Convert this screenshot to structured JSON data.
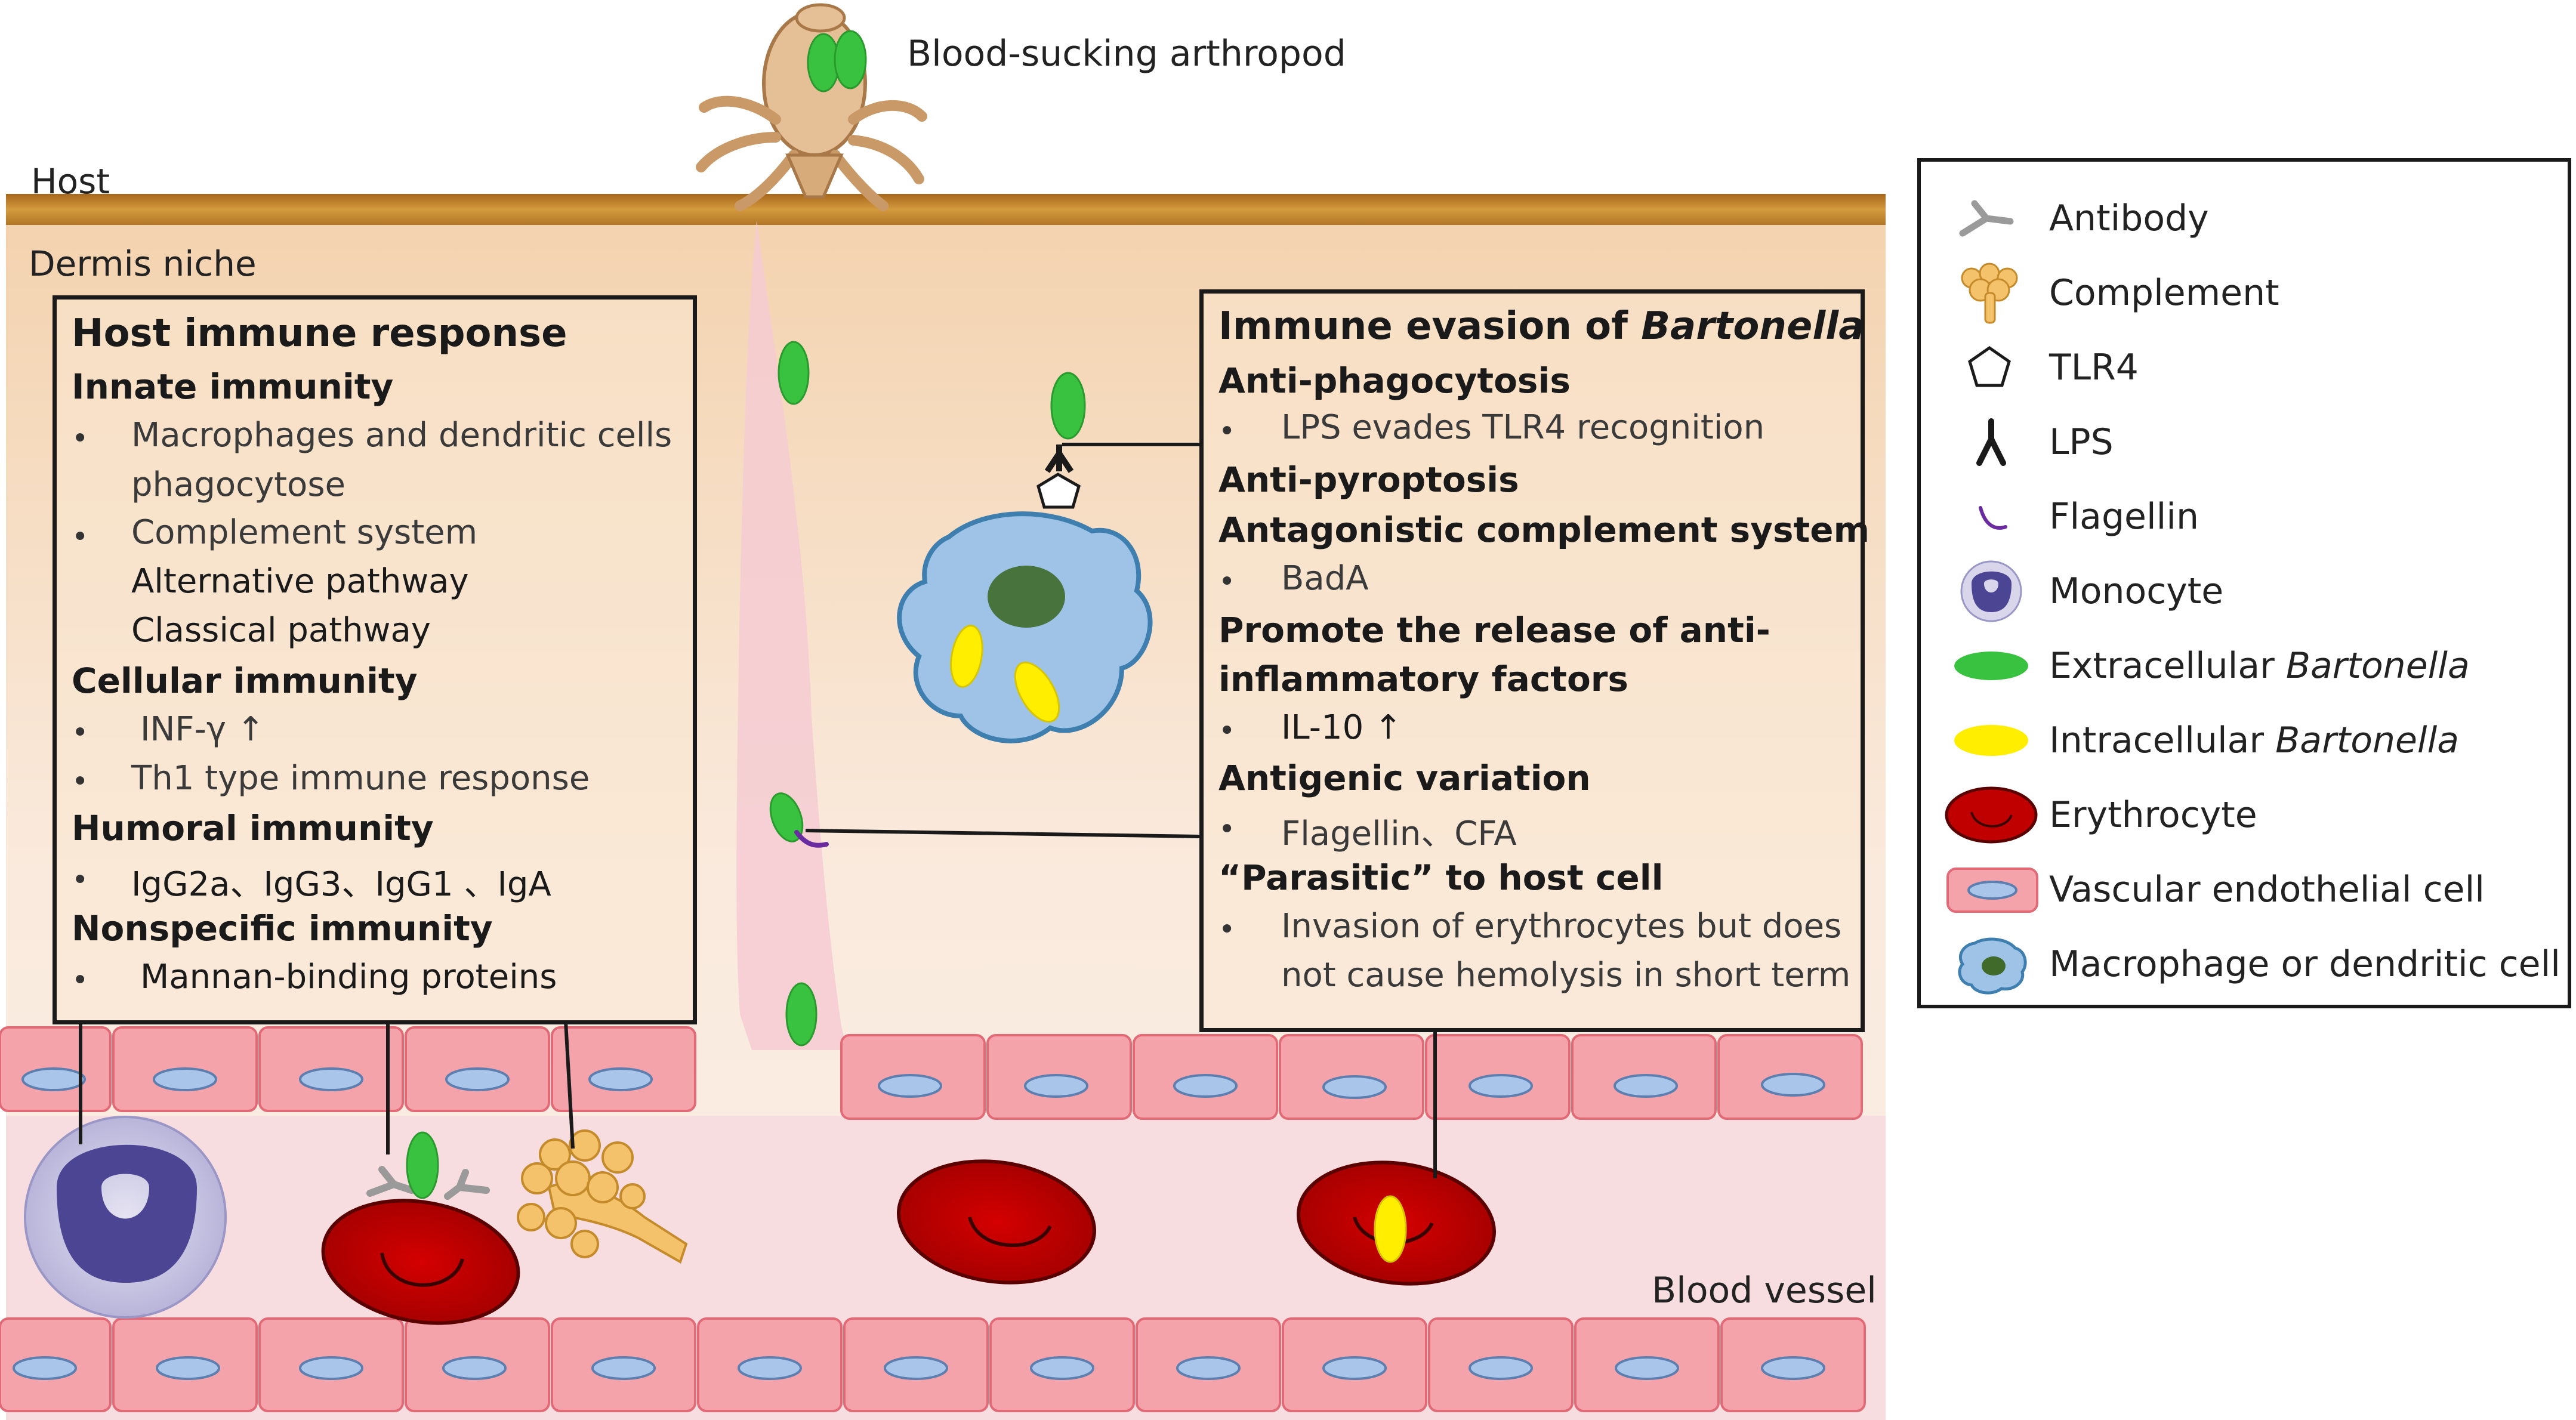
{
  "labels": {
    "arthropod": "Blood-sucking arthropod",
    "host": "Host",
    "dermis": "Dermis niche",
    "blood_vessel": "Blood vessel"
  },
  "host_panel": {
    "title": "Host immune response",
    "innate": "Innate immunity",
    "innate_b1a": "Macrophages and dendritic cells",
    "innate_b1b": "phagocytose",
    "innate_b2": "Complement system",
    "innate_b2a": "Alternative pathway",
    "innate_b2b": "Classical pathway",
    "cellular": "Cellular  immunity",
    "cellular_b1": "INF-γ ↑",
    "cellular_b2": "Th1 type immune response",
    "humoral": "Humoral  immunity",
    "humoral_b1": "IgG2a、IgG3、IgG1 、IgA",
    "nonspecific": "Nonspecific immunity",
    "nonspecific_b1": "Mannan-binding proteins"
  },
  "evasion_panel": {
    "title_prefix": "Immune evasion of ",
    "title_italic": "Bartonella",
    "anti_phago": "Anti-phagocytosis",
    "anti_phago_b1": "LPS evades TLR4 recognition",
    "anti_pyro": "Anti-pyroptosis",
    "antag": "Antagonistic  complement system",
    "antag_b1": "BadA",
    "promote1": "Promote the release of anti-",
    "promote2": "inflammatory  factors",
    "promote_b1": "IL-10 ↑",
    "antigenic": "Antigenic variation",
    "antigenic_b1": "Flagellin、CFA",
    "parasitic": "“Parasitic” to host cell",
    "parasitic_b1a": "Invasion of erythrocytes but does",
    "parasitic_b1b": "not cause hemolysis in short term"
  },
  "legend": {
    "items": [
      {
        "icon": "antibody-icon",
        "label": "Antibody"
      },
      {
        "icon": "complement-icon",
        "label": "Complement"
      },
      {
        "icon": "tlr4-icon",
        "label": "TLR4"
      },
      {
        "icon": "lps-icon",
        "label": "LPS"
      },
      {
        "icon": "flagellin-icon",
        "label": "Flagellin"
      },
      {
        "icon": "monocyte-icon",
        "label": "Monocyte"
      },
      {
        "icon": "extracellular-bartonella-icon",
        "label": "Extracellular ",
        "italic": "Bartonella"
      },
      {
        "icon": "intracellular-bartonella-icon",
        "label": "Intracellular ",
        "italic": "Bartonella"
      },
      {
        "icon": "erythrocyte-icon",
        "label": "Erythrocyte"
      },
      {
        "icon": "vascular-endothelial-cell-icon",
        "label": "Vascular endothelial cell"
      },
      {
        "icon": "macrophage-dendritic-cell-icon",
        "label": "Macrophage or dendritic cell"
      }
    ]
  },
  "colors": {
    "skin_top": "#c98a2e",
    "dermis": "#f6dcc0",
    "vessel": "#f7d9dc",
    "endothelial": "#f5a3aa",
    "nucleus_endo": "#a9c6ea",
    "bartonella_ext": "#39c23f",
    "bartonella_int": "#ffee00",
    "erythrocyte": "#c00000",
    "macrophage": "#9ec3e6",
    "monocyte": "#8a85c0"
  }
}
